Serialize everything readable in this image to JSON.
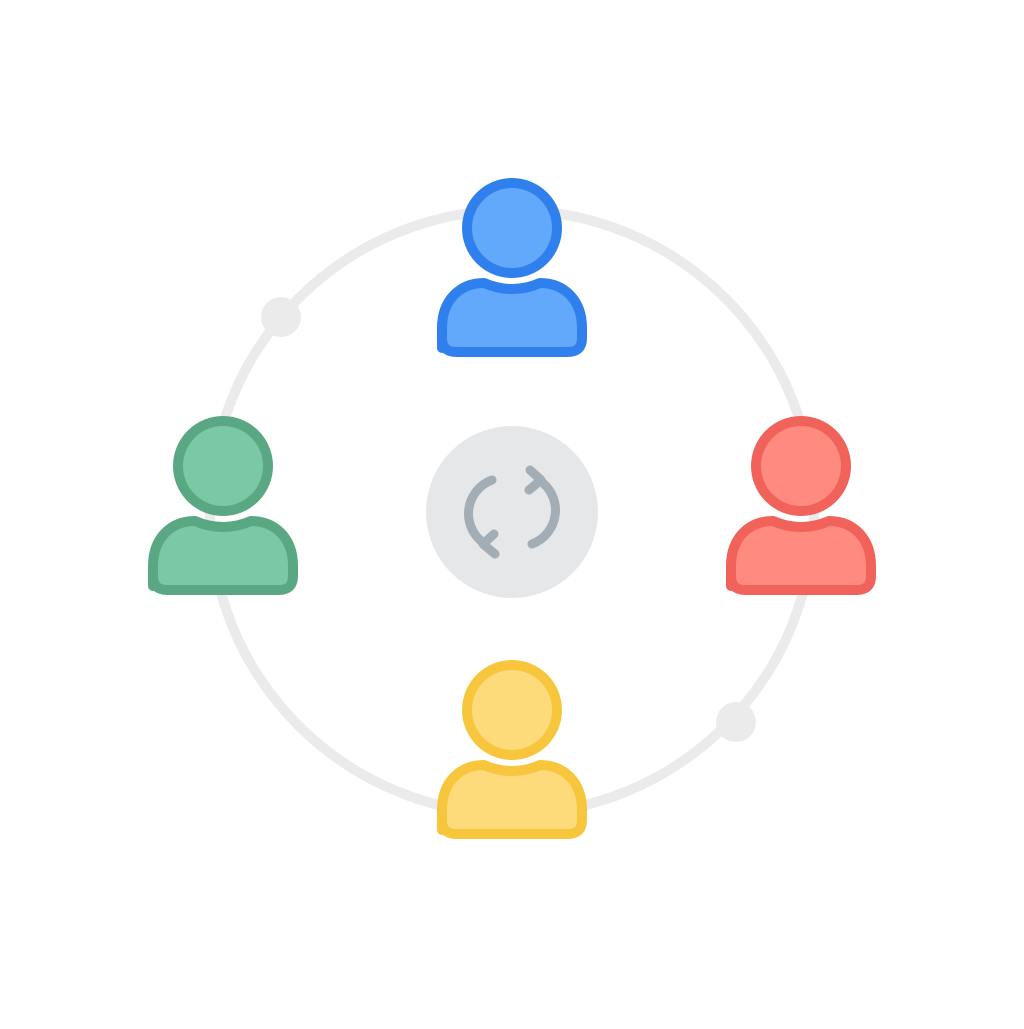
{
  "diagram": {
    "type": "collaboration-cycle",
    "center_icon": "sync-icon",
    "connector_style": "circle",
    "connector_dots": 2,
    "people": [
      {
        "position": "top",
        "icon": "user-icon",
        "fill": "#62A8FB",
        "stroke": "#2F80ED"
      },
      {
        "position": "right",
        "icon": "user-icon",
        "fill": "#FF8A80",
        "stroke": "#F0625A"
      },
      {
        "position": "bottom",
        "icon": "user-icon",
        "fill": "#FDDB7A",
        "stroke": "#F8C63D"
      },
      {
        "position": "left",
        "icon": "user-icon",
        "fill": "#7AC9A4",
        "stroke": "#5AA883"
      }
    ]
  },
  "colors": {
    "ring": "#EBEBEB",
    "center_fill": "#E6E7E8",
    "center_icon": "#A3ADB6",
    "background": "#FFFFFF"
  }
}
